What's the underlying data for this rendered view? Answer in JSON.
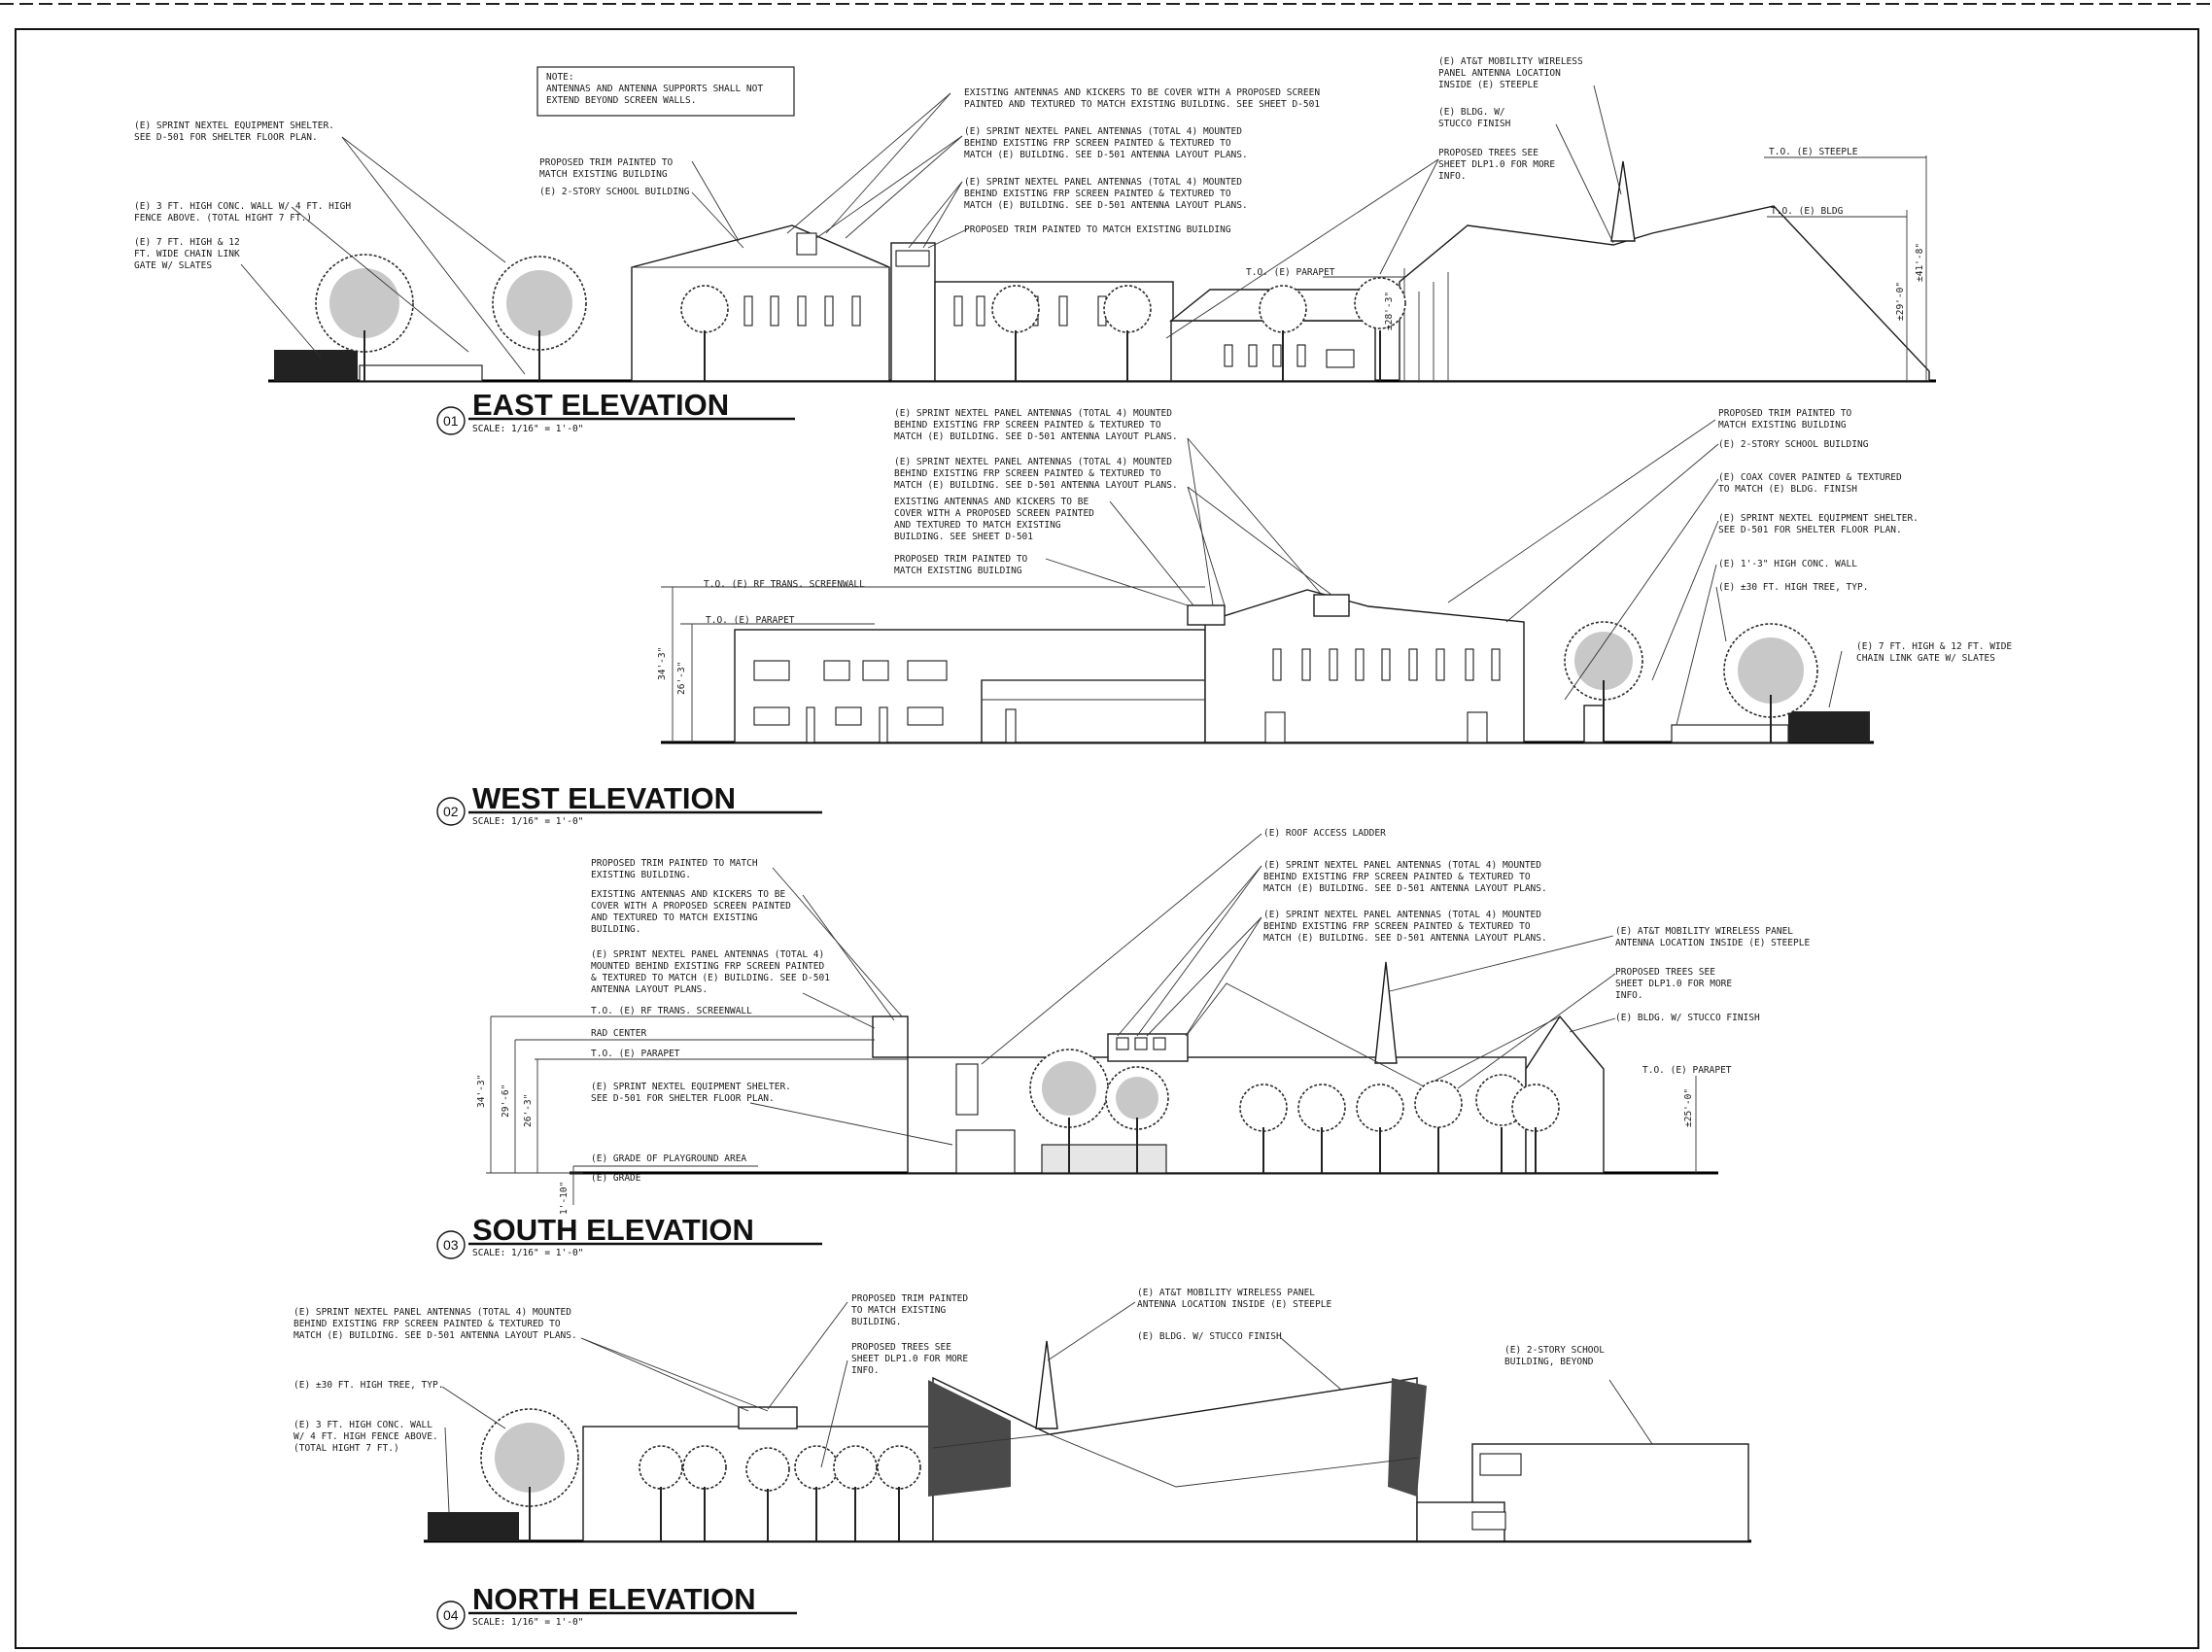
{
  "elevations": [
    {
      "number": "01",
      "title": "EAST ELEVATION",
      "scale": "SCALE: 1/16\" = 1'-0\"",
      "notes": [
        [
          "NOTE:",
          "ANTENNAS AND ANTENNA SUPPORTS SHALL NOT",
          "EXTEND BEYOND SCREEN WALLS."
        ],
        [
          "(E) SPRINT NEXTEL EQUIPMENT SHELTER.",
          "SEE D-501 FOR SHELTER FLOOR PLAN."
        ],
        [
          "(E) 3 FT. HIGH CONC. WALL W/ 4 FT. HIGH",
          "FENCE ABOVE. (TOTAL HIGHT 7 FT.)"
        ],
        [
          "(E) 7 FT. HIGH & 12",
          "FT. WIDE CHAIN LINK",
          "GATE W/ SLATES"
        ],
        [
          "PROPOSED TRIM PAINTED TO",
          "MATCH EXISTING BUILDING"
        ],
        [
          "(E) 2-STORY SCHOOL BUILDING"
        ],
        [
          "EXISTING ANTENNAS AND KICKERS TO BE COVER WITH A PROPOSED SCREEN",
          "PAINTED AND TEXTURED TO MATCH EXISTING BUILDING. SEE SHEET D-501"
        ],
        [
          "(E) SPRINT NEXTEL PANEL ANTENNAS (TOTAL 4) MOUNTED",
          "BEHIND EXISTING FRP SCREEN PAINTED & TEXTURED TO",
          "MATCH (E) BUILDING. SEE D-501 ANTENNA LAYOUT PLANS."
        ],
        [
          "(E) SPRINT NEXTEL PANEL ANTENNAS (TOTAL 4) MOUNTED",
          "BEHIND EXISTING FRP SCREEN PAINTED & TEXTURED TO",
          "MATCH (E) BUILDING. SEE D-501 ANTENNA LAYOUT PLANS."
        ],
        [
          "PROPOSED TRIM PAINTED TO MATCH EXISTING BUILDING"
        ],
        [
          "(E) AT&T MOBILITY WIRELESS",
          "PANEL ANTENNA LOCATION",
          "INSIDE (E) STEEPLE"
        ],
        [
          "(E) BLDG. W/",
          "STUCCO FINISH"
        ],
        [
          "PROPOSED TREES SEE",
          "SHEET DLP1.0 FOR MORE",
          "INFO."
        ],
        [
          "T.O. (E) STEEPLE"
        ],
        [
          "T.O. (E) BLDG"
        ],
        [
          "T.O. (E) PARAPET"
        ]
      ],
      "dims": [
        "±28'-3\"",
        "±41'-8\"",
        "±29'-0\""
      ]
    },
    {
      "number": "02",
      "title": "WEST ELEVATION",
      "scale": "SCALE: 1/16\" = 1'-0\"",
      "notes": [
        [
          "(E) SPRINT NEXTEL PANEL ANTENNAS (TOTAL 4) MOUNTED",
          "BEHIND EXISTING FRP SCREEN PAINTED & TEXTURED TO",
          "MATCH (E) BUILDING. SEE D-501 ANTENNA LAYOUT PLANS."
        ],
        [
          "(E) SPRINT NEXTEL PANEL ANTENNAS (TOTAL 4) MOUNTED",
          "BEHIND EXISTING FRP SCREEN PAINTED & TEXTURED TO",
          "MATCH (E) BUILDING. SEE D-501 ANTENNA LAYOUT PLANS."
        ],
        [
          "EXISTING ANTENNAS AND KICKERS TO BE",
          "COVER WITH A PROPOSED SCREEN PAINTED",
          "AND TEXTURED TO MATCH EXISTING",
          "BUILDING. SEE SHEET D-501"
        ],
        [
          "PROPOSED TRIM PAINTED TO",
          "MATCH EXISTING BUILDING"
        ],
        [
          "PROPOSED TRIM PAINTED TO",
          "MATCH EXISTING BUILDING"
        ],
        [
          "(E) 2-STORY SCHOOL BUILDING"
        ],
        [
          "(E) COAX COVER PAINTED & TEXTURED",
          "TO MATCH (E) BLDG. FINISH"
        ],
        [
          "(E) SPRINT NEXTEL EQUIPMENT SHELTER.",
          "SEE D-501 FOR SHELTER FLOOR PLAN."
        ],
        [
          "(E) 1'-3\" HIGH CONC. WALL"
        ],
        [
          "(E) ±30 FT. HIGH TREE, TYP."
        ],
        [
          "(E) 7 FT. HIGH & 12 FT. WIDE",
          "CHAIN LINK GATE W/ SLATES"
        ],
        [
          "T.O. (E) RF TRANS. SCREENWALL"
        ],
        [
          "T.O. (E) PARAPET"
        ]
      ],
      "dims": [
        "34'-3\"",
        "26'-3\""
      ]
    },
    {
      "number": "03",
      "title": "SOUTH ELEVATION",
      "scale": "SCALE: 1/16\" = 1'-0\"",
      "notes": [
        [
          "PROPOSED TRIM PAINTED TO MATCH",
          "EXISTING BUILDING."
        ],
        [
          "EXISTING ANTENNAS AND KICKERS TO BE",
          "COVER WITH A PROPOSED SCREEN PAINTED",
          "AND TEXTURED TO MATCH EXISTING",
          "BUILDING."
        ],
        [
          "(E) SPRINT NEXTEL PANEL ANTENNAS (TOTAL 4)",
          "MOUNTED BEHIND EXISTING FRP SCREEN PAINTED",
          "& TEXTURED TO MATCH (E) BUILDING. SEE D-501",
          "ANTENNA LAYOUT PLANS."
        ],
        [
          "T.O. (E) RF TRANS. SCREENWALL"
        ],
        [
          "RAD CENTER"
        ],
        [
          "T.O. (E) PARAPET"
        ],
        [
          "(E) SPRINT NEXTEL EQUIPMENT SHELTER.",
          "SEE D-501 FOR SHELTER FLOOR PLAN."
        ],
        [
          "(E) GRADE OF PLAYGROUND AREA"
        ],
        [
          "(E) GRADE"
        ],
        [
          "(E) ROOF ACCESS LADDER"
        ],
        [
          "(E) SPRINT NEXTEL PANEL ANTENNAS (TOTAL 4) MOUNTED",
          "BEHIND EXISTING FRP SCREEN PAINTED & TEXTURED TO",
          "MATCH (E) BUILDING. SEE D-501 ANTENNA LAYOUT PLANS."
        ],
        [
          "(E) SPRINT NEXTEL PANEL ANTENNAS (TOTAL 4) MOUNTED",
          "BEHIND EXISTING FRP SCREEN PAINTED & TEXTURED TO",
          "MATCH (E) BUILDING. SEE D-501 ANTENNA LAYOUT PLANS."
        ],
        [
          "(E) AT&T MOBILITY WIRELESS PANEL",
          "ANTENNA LOCATION INSIDE (E) STEEPLE"
        ],
        [
          "PROPOSED TREES SEE",
          "SHEET DLP1.0 FOR MORE",
          "INFO."
        ],
        [
          "(E) BLDG. W/ STUCCO FINISH"
        ],
        [
          "T.O. (E) PARAPET"
        ]
      ],
      "dims": [
        "34'-3\"",
        "29'-6\"",
        "26'-3\"",
        "1'-10\"",
        "±25'-0\""
      ]
    },
    {
      "number": "04",
      "title": "NORTH ELEVATION",
      "scale": "SCALE: 1/16\" = 1'-0\"",
      "notes": [
        [
          "(E) SPRINT NEXTEL PANEL ANTENNAS (TOTAL 4) MOUNTED",
          "BEHIND EXISTING FRP SCREEN PAINTED & TEXTURED TO",
          "MATCH (E) BUILDING. SEE D-501 ANTENNA LAYOUT PLANS."
        ],
        [
          "(E) ±30 FT. HIGH TREE, TYP."
        ],
        [
          "(E) 3 FT. HIGH CONC. WALL",
          "W/ 4 FT. HIGH FENCE ABOVE.",
          "(TOTAL HIGHT 7 FT.)"
        ],
        [
          "PROPOSED TRIM PAINTED",
          "TO MATCH EXISTING",
          "BUILDING."
        ],
        [
          "PROPOSED TREES SEE",
          "SHEET DLP1.0 FOR MORE",
          "INFO."
        ],
        [
          "(E) AT&T MOBILITY WIRELESS PANEL",
          "ANTENNA LOCATION INSIDE (E) STEEPLE"
        ],
        [
          "(E) BLDG. W/ STUCCO FINISH"
        ],
        [
          "(E) 2-STORY SCHOOL",
          "BUILDING, BEYOND"
        ]
      ],
      "dims": []
    }
  ]
}
